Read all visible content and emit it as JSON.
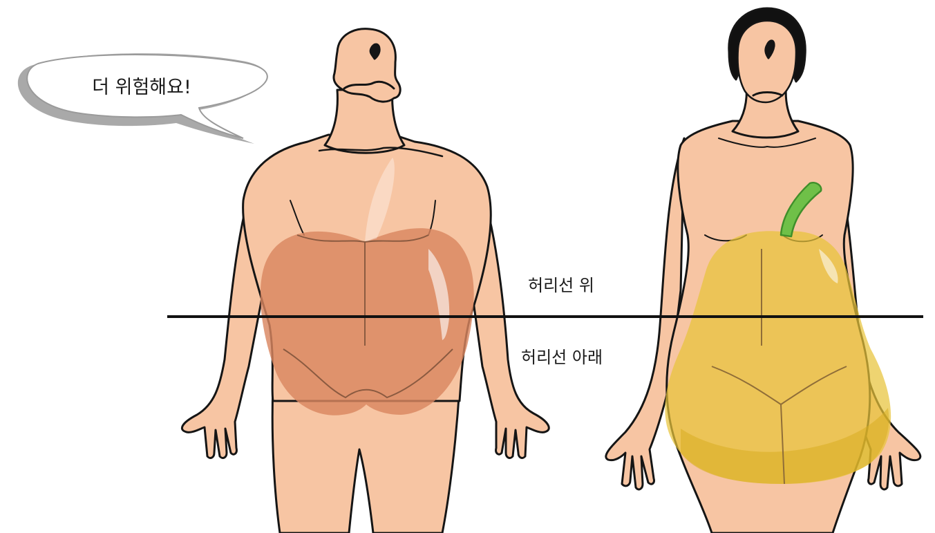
{
  "speech_bubble": {
    "text": "더 위험해요!"
  },
  "waistline": {
    "above_label": "허리선 위",
    "below_label": "허리선 아래"
  },
  "colors": {
    "skin": "#f7c5a3",
    "outline": "#151515",
    "apple_fat": "#d98660",
    "pear_fat": "#e8c43a",
    "pear_stem": "#6fc048",
    "bubble_shadow": "#a9a9a9",
    "waist_line": "#111111"
  }
}
